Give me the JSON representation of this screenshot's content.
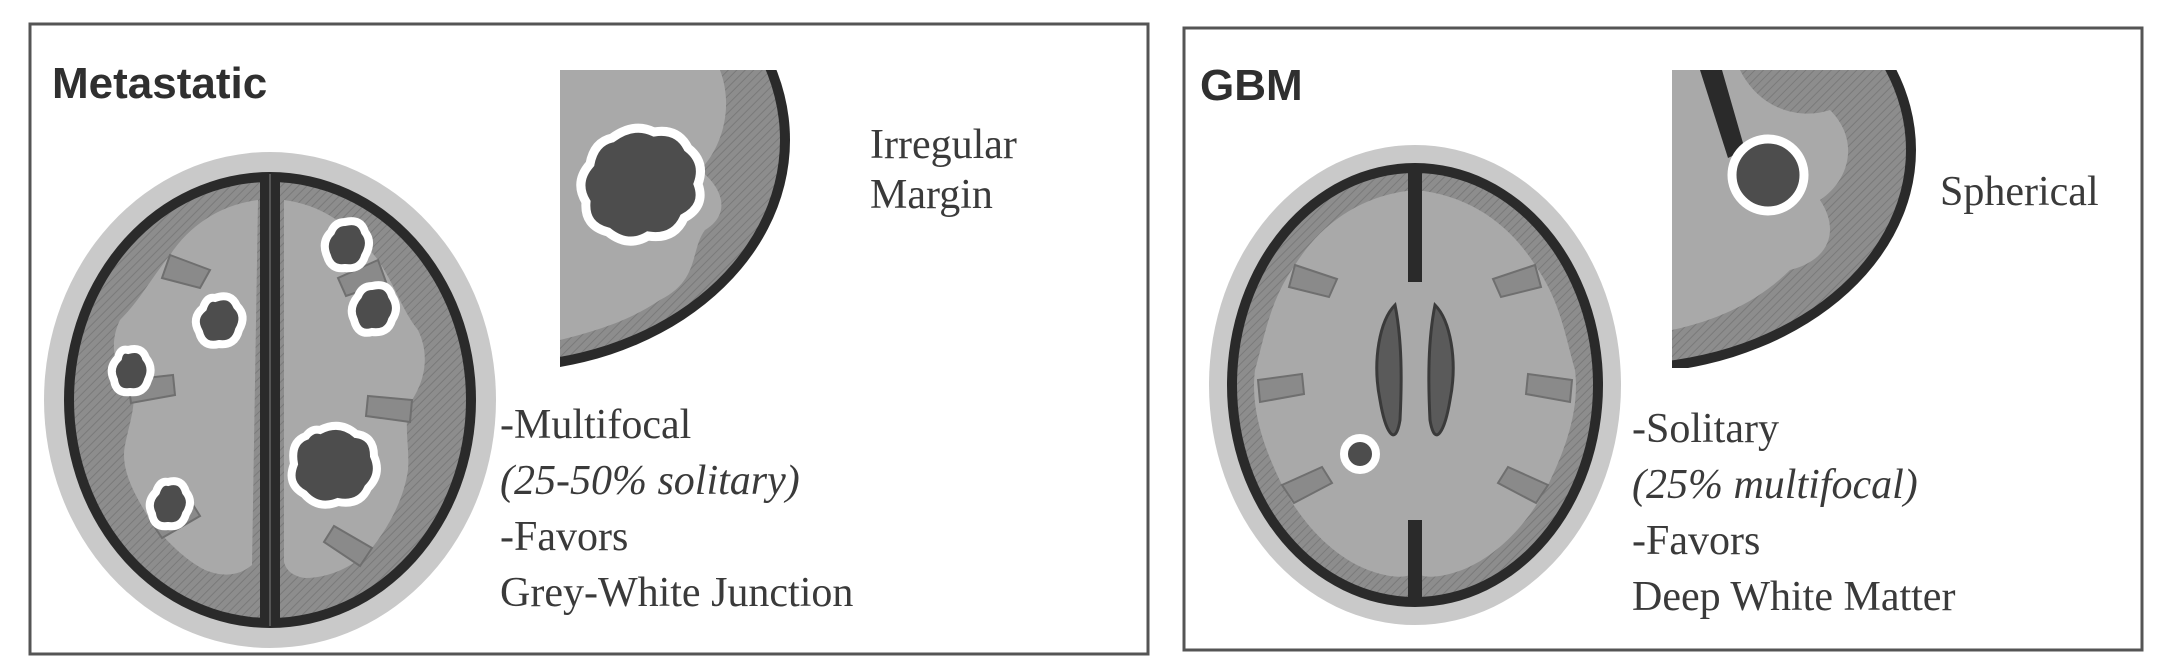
{
  "left_panel": {
    "title": "Metastatic",
    "inset_label_line1": "Irregular",
    "inset_label_line2": "Margin",
    "desc_line1": "-Multifocal",
    "desc_line2": "(25-50% solitary)",
    "desc_line3": "-Favors",
    "desc_line4": "Grey-White Junction"
  },
  "right_panel": {
    "title": "GBM",
    "inset_label": "Spherical",
    "desc_line1": "-Solitary",
    "desc_line2": "(25% multifocal)",
    "desc_line3": "-Favors",
    "desc_line4": "Deep White Matter"
  },
  "colors": {
    "border": "#555555",
    "scalp": "#c9c9c9",
    "csf": "#2a2a2a",
    "grey_matter": "#858585",
    "white_matter": "#a9a9a9",
    "lesion": "#4d4d4d",
    "rim": "#ffffff"
  }
}
